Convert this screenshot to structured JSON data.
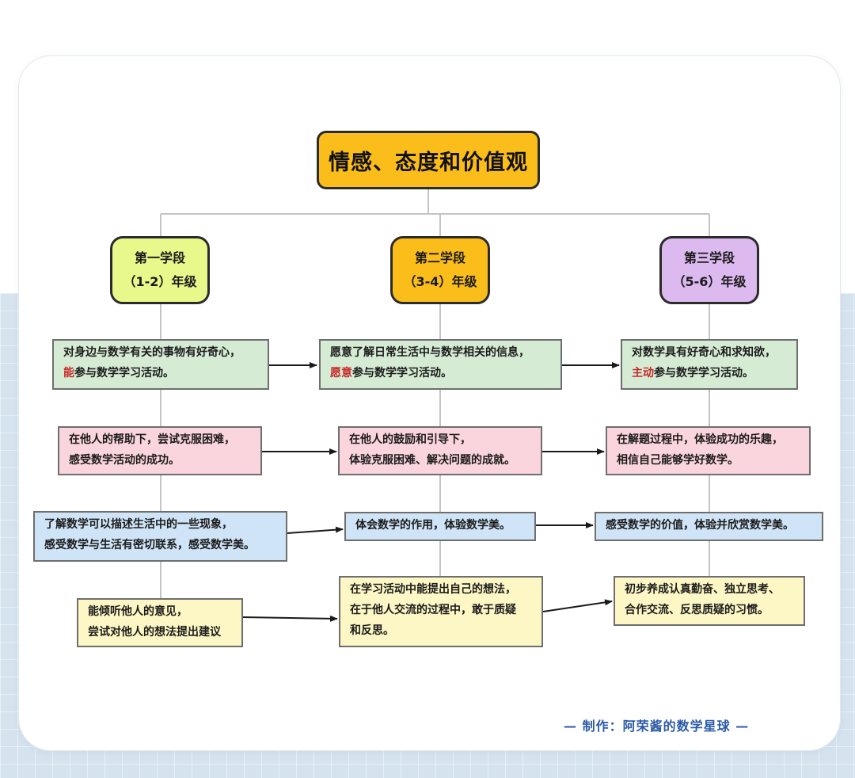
{
  "title": "情感、态度和价值观",
  "stages": [
    {
      "line1": "第一学段",
      "line2": "（1-2）年级",
      "color": "#e8f88a"
    },
    {
      "line1": "第二学段",
      "line2": "（3-4）年级",
      "color": "#fbbd1a"
    },
    {
      "line1": "第三学段",
      "line2": "（5-6）年级",
      "color": "#dcb9ee"
    }
  ],
  "rows": [
    {
      "theme": "green",
      "cells": [
        {
          "line1": "对身边与数学有关的事物有好奇心，",
          "hl": "能",
          "rest": "参与数学学习活动。"
        },
        {
          "line1": "愿意了解日常生活中与数学相关的信息，",
          "hl": "愿意",
          "rest": "参与数学学习活动。"
        },
        {
          "line1": "对数学具有好奇心和求知欲，",
          "hl": "主动",
          "rest": "参与数学学习活动。"
        }
      ]
    },
    {
      "theme": "pink",
      "cells": [
        {
          "line1": "在他人的帮助下，尝试克服困难，",
          "line2": "感受数学活动的成功。"
        },
        {
          "line1": "在他人的鼓励和引导下，",
          "line2": "体验克服困难、解决问题的成就。"
        },
        {
          "line1": "在解题过程中，体验成功的乐趣，",
          "line2": "相信自己能够学好数学。"
        }
      ]
    },
    {
      "theme": "blue",
      "cells": [
        {
          "line1": "了解数学可以描述生活中的一些现象，",
          "line2": "感受数学与生活有密切联系，感受数学美。"
        },
        {
          "line1": "体会数学的作用，体验数学美。"
        },
        {
          "line1": "感受数学的价值，体验并欣赏数学美。"
        }
      ]
    },
    {
      "theme": "yellow",
      "cells": [
        {
          "line1": "能倾听他人的意见，",
          "line2": "尝试对他人的想法提出建议"
        },
        {
          "line1": "在学习活动中能提出自己的想法，",
          "line2": "在于他人交流的过程中，敢于质疑",
          "line3": "和反思。"
        },
        {
          "line1": "初步养成认真勤奋、独立思考、",
          "line2": "合作交流、反思质疑的习惯。"
        }
      ]
    }
  ],
  "credit": "— 制作：阿荣酱的数学星球 —"
}
